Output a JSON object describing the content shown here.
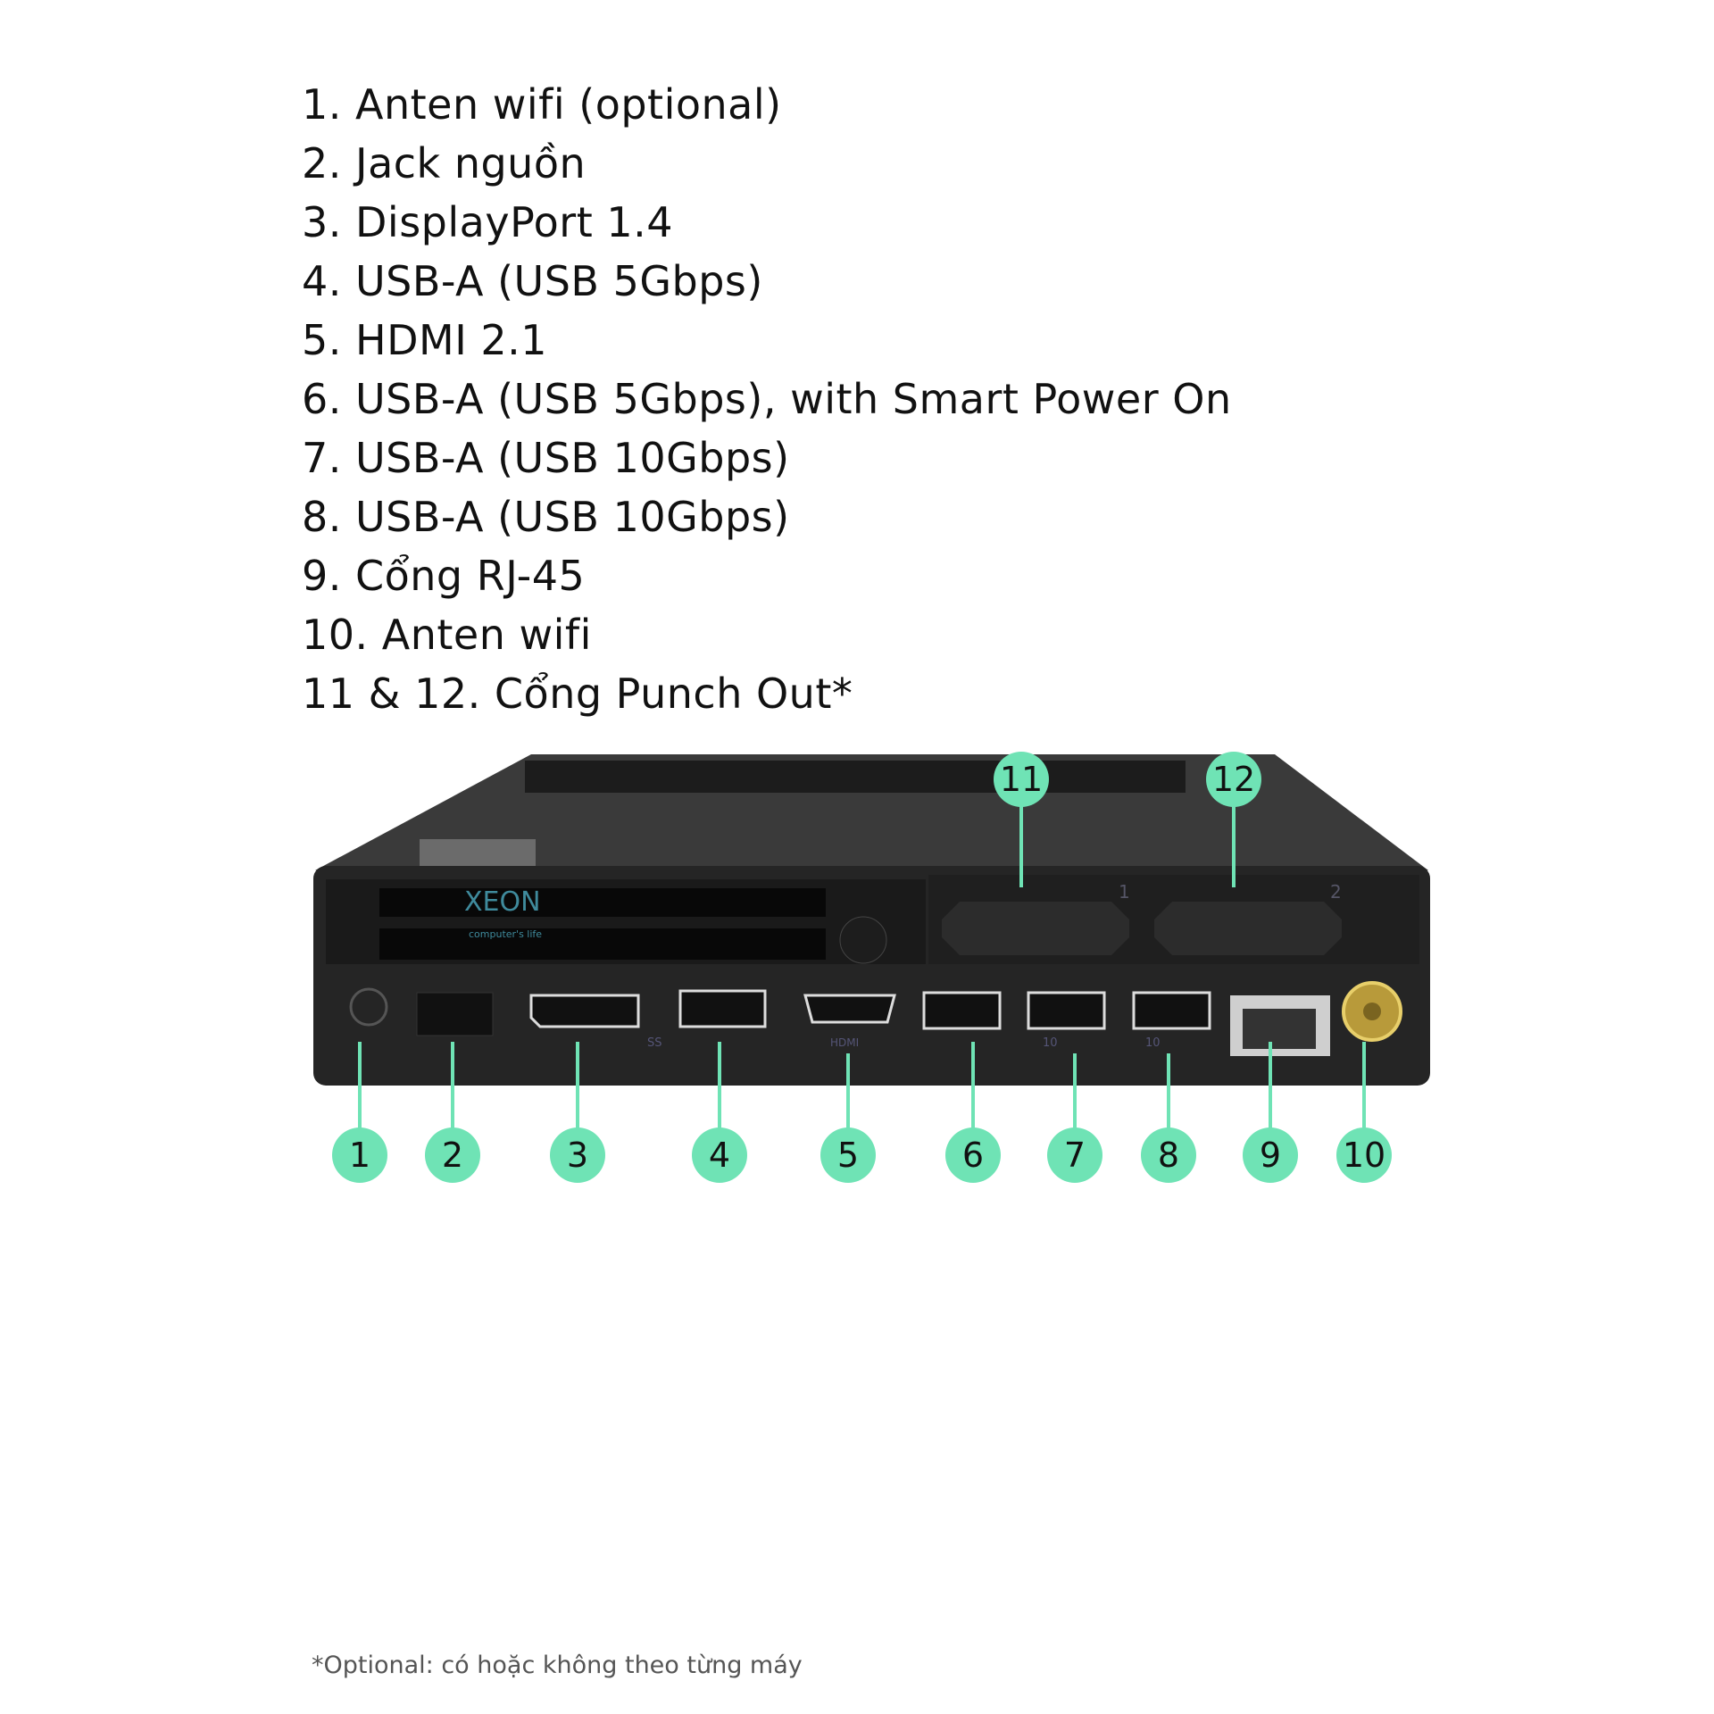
{
  "specs": [
    "1. Anten wifi (optional)",
    "2. Jack nguồn",
    "3. DisplayPort 1.4",
    "4. USB-A (USB 5Gbps)",
    "5. HDMI 2.1",
    "6. USB-A (USB 5Gbps), with Smart Power On",
    "7. USB-A (USB 10Gbps)",
    "8. USB-A (USB 10Gbps)",
    "9. Cổng RJ-45",
    "10. Anten wifi",
    "11 & 12. Cổng Punch Out*"
  ],
  "callouts": [
    "1",
    "2",
    "3",
    "4",
    "5",
    "6",
    "7",
    "8",
    "9",
    "10",
    "11",
    "12"
  ],
  "watermark": {
    "brand": "XEON",
    "tagline": "computer's life"
  },
  "port_labels": {
    "usb5": "SS",
    "hdmi": "HDMI",
    "usb10": "10",
    "slot1": "1",
    "slot2": "2"
  },
  "footnote": "*Optional: có hoặc không theo từng máy",
  "colors": {
    "accent": "#6fe3b5",
    "chassis": "#2a2a2a",
    "text": "#111111"
  }
}
